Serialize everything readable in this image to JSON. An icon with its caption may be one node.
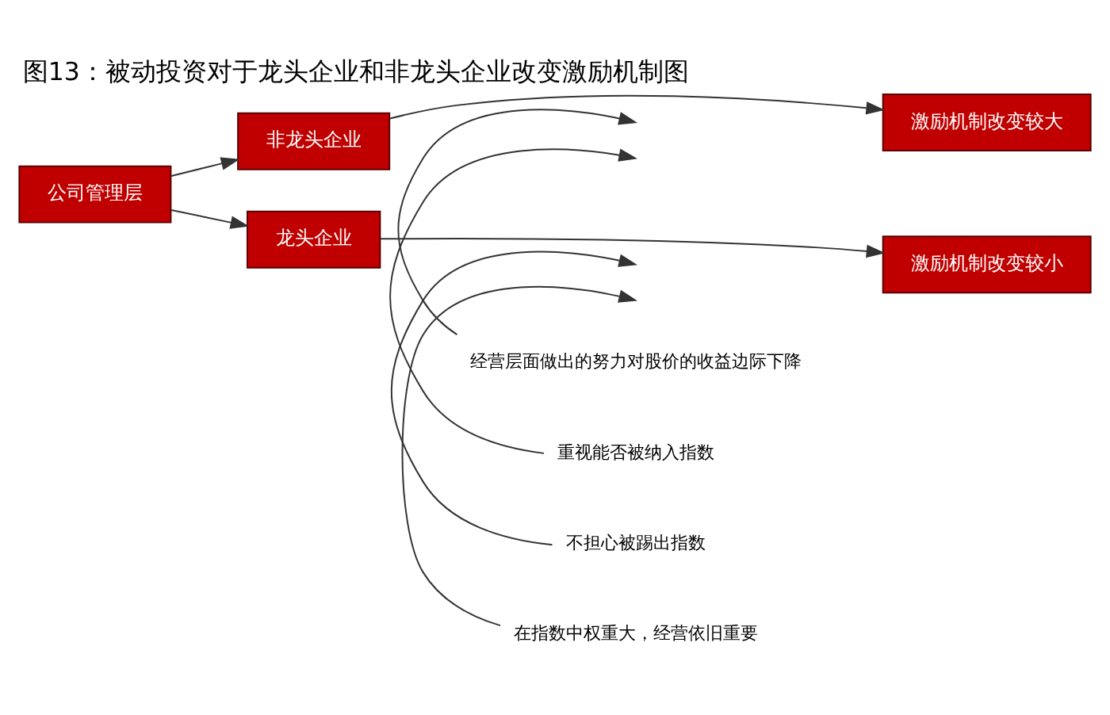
{
  "diagram": {
    "title": "图13：被动投资对于龙头企业和非龙头企业改变激励机制图",
    "nodes": [
      {
        "text": [
          "公司管理层"
        ]
      },
      {
        "text": [
          "非龙头企业"
        ]
      },
      {
        "text": [
          "激励机制改变较大"
        ]
      },
      {
        "text": [
          "龙头企业"
        ]
      },
      {
        "text": [
          "激励机制改变较小"
        ]
      },
      {
        "text": [
          "经营层面做出的努力对股价的收益边际下降"
        ]
      },
      {
        "text": [
          "重视能否被纳入指数"
        ]
      },
      {
        "text": [
          "不担心被踢出指数"
        ]
      },
      {
        "text": [
          "在指数中权重大，经营依旧重要"
        ]
      }
    ],
    "edges": [
      {
        "from": 0,
        "to": 1,
        "arrow": "to"
      },
      {
        "from": 0,
        "to": 3,
        "arrow": "to"
      },
      {
        "from": 1,
        "to": 2,
        "arrow": "to"
      },
      {
        "from": 3,
        "to": 4,
        "arrow": "to"
      },
      {
        "from": 5,
        "to": null,
        "arrow": "to"
      },
      {
        "from": 6,
        "to": null,
        "arrow": "to"
      },
      {
        "from": 7,
        "to": null,
        "arrow": "to"
      },
      {
        "from": 8,
        "to": null,
        "arrow": "to"
      }
    ]
  }
}
